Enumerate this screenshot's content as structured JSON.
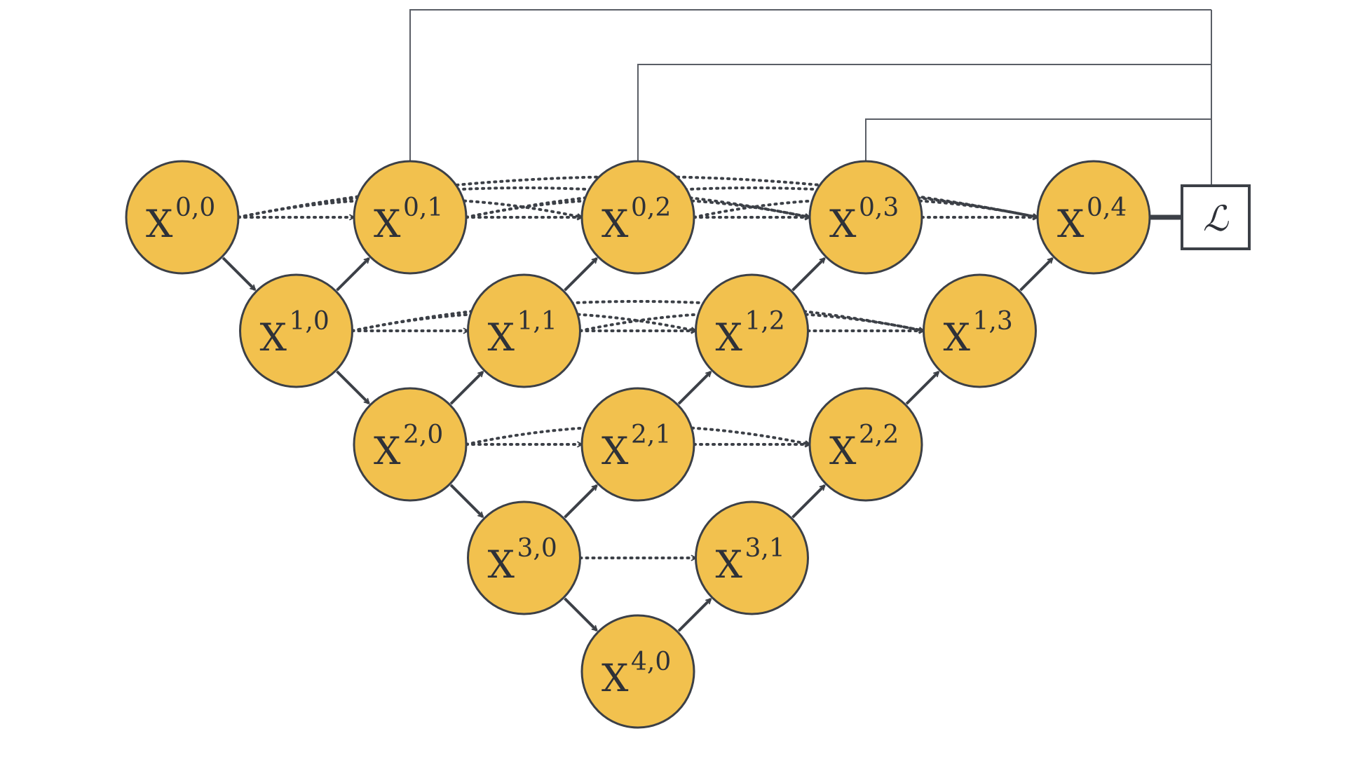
{
  "diagram": {
    "nodes": [
      {
        "id": "0,0",
        "base": "X",
        "sup": "0,0"
      },
      {
        "id": "1,0",
        "base": "X",
        "sup": "1,0"
      },
      {
        "id": "2,0",
        "base": "X",
        "sup": "2,0"
      },
      {
        "id": "3,0",
        "base": "X",
        "sup": "3,0"
      },
      {
        "id": "4,0",
        "base": "X",
        "sup": "4,0"
      },
      {
        "id": "0,1",
        "base": "X",
        "sup": "0,1"
      },
      {
        "id": "1,1",
        "base": "X",
        "sup": "1,1"
      },
      {
        "id": "2,1",
        "base": "X",
        "sup": "2,1"
      },
      {
        "id": "3,1",
        "base": "X",
        "sup": "3,1"
      },
      {
        "id": "0,2",
        "base": "X",
        "sup": "0,2"
      },
      {
        "id": "1,2",
        "base": "X",
        "sup": "1,2"
      },
      {
        "id": "2,2",
        "base": "X",
        "sup": "2,2"
      },
      {
        "id": "0,3",
        "base": "X",
        "sup": "0,3"
      },
      {
        "id": "1,3",
        "base": "X",
        "sup": "1,3"
      },
      {
        "id": "0,4",
        "base": "X",
        "sup": "0,4"
      }
    ],
    "solid_edges": [
      [
        "0,0",
        "1,0"
      ],
      [
        "1,0",
        "2,0"
      ],
      [
        "2,0",
        "3,0"
      ],
      [
        "3,0",
        "4,0"
      ],
      [
        "1,0",
        "0,1"
      ],
      [
        "2,0",
        "1,1"
      ],
      [
        "3,0",
        "2,1"
      ],
      [
        "4,0",
        "3,1"
      ],
      [
        "1,1",
        "0,2"
      ],
      [
        "2,1",
        "1,2"
      ],
      [
        "3,1",
        "2,2"
      ],
      [
        "1,2",
        "0,3"
      ],
      [
        "2,2",
        "1,3"
      ],
      [
        "1,3",
        "0,4"
      ]
    ],
    "skip_edges": [
      [
        "0,0",
        "0,1"
      ],
      [
        "0,0",
        "0,2"
      ],
      [
        "0,0",
        "0,3"
      ],
      [
        "0,0",
        "0,4"
      ],
      [
        "0,1",
        "0,2"
      ],
      [
        "0,1",
        "0,3"
      ],
      [
        "0,1",
        "0,4"
      ],
      [
        "0,2",
        "0,3"
      ],
      [
        "0,2",
        "0,4"
      ],
      [
        "0,3",
        "0,4"
      ],
      [
        "1,0",
        "1,1"
      ],
      [
        "1,0",
        "1,2"
      ],
      [
        "1,0",
        "1,3"
      ],
      [
        "1,1",
        "1,2"
      ],
      [
        "1,1",
        "1,3"
      ],
      [
        "1,2",
        "1,3"
      ],
      [
        "2,0",
        "2,1"
      ],
      [
        "2,0",
        "2,2"
      ],
      [
        "2,1",
        "2,2"
      ],
      [
        "3,0",
        "3,1"
      ]
    ],
    "supervised_nodes": [
      "0,1",
      "0,2",
      "0,3"
    ],
    "loss_node": "0,4",
    "loss_label": "ℒ",
    "colors": {
      "node_fill": "#f2c14e",
      "node_stroke": "#3c4047",
      "edge": "#3c4047",
      "supervision_line": "#5a5e66"
    }
  }
}
